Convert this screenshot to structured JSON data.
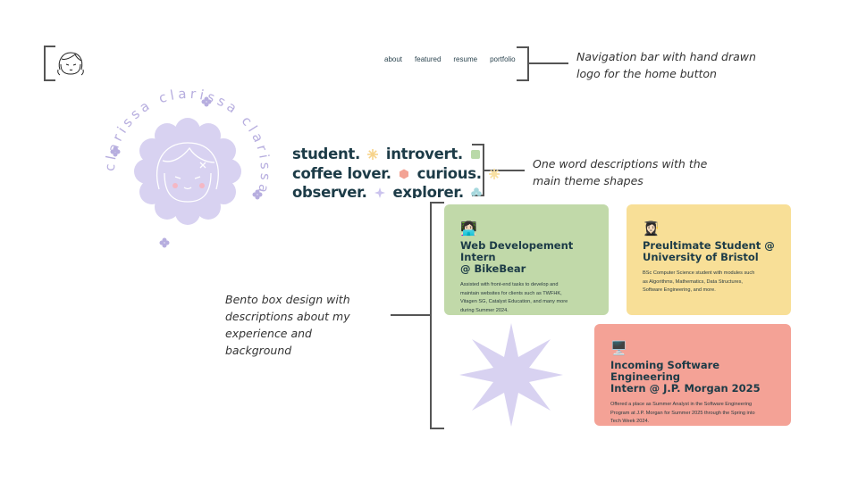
{
  "nav": {
    "logo_icon": "hand-drawn-face-icon",
    "items": [
      {
        "label": "about"
      },
      {
        "label": "featured"
      },
      {
        "label": "resume"
      },
      {
        "label": "portfolio"
      }
    ]
  },
  "annotations": {
    "nav_note": [
      "Navigation bar with hand drawn",
      "logo for the home button"
    ],
    "words_note": [
      "One word descriptions with the",
      "main theme shapes"
    ],
    "bento_note": [
      "Bento box design with",
      "descriptions about my",
      "experience and",
      "background"
    ]
  },
  "profile": {
    "ring_text": "clarissa   clarissa   clarissa",
    "avatar_icon": "hand-drawn-avatar-icon",
    "flower_color": "#d6d0ef",
    "ring_color": "#b7aedf"
  },
  "taglines": [
    [
      "student.",
      "introvert."
    ],
    [
      "coffee lover.",
      "curious."
    ],
    [
      "observer.",
      "explorer."
    ]
  ],
  "cards": [
    {
      "emoji": "👩🏻‍💻",
      "title_lines": [
        "Web Developement Intern",
        "@ BikeBear"
      ],
      "desc_lines": [
        "Assisted with front-end tasks to develop and",
        "maintain websites for clients such as TWFHK,",
        "Vitagen SG, Catalyst Education, and many more",
        "during Summer 2024."
      ],
      "color": "#c1d9a9"
    },
    {
      "emoji": "👩🏻‍🎓",
      "title_lines": [
        "Preultimate Student @",
        "University of Bristol"
      ],
      "desc_lines": [
        "BSc Computer Science student with modules such",
        "as Algorithms, Mathematics, Data Structures,",
        "Software Engineering, and more."
      ],
      "color": "#f8df97"
    },
    {
      "emoji": "🖥️",
      "title_lines": [
        "Incoming Software Engineering",
        "Intern @ J.P. Morgan 2025"
      ],
      "desc_lines": [
        "Offered a place as Summer Analyst in the Software Engineering",
        "Program at J.P. Morgan for Summer 2025 through the Spring into",
        "Tech Week 2024."
      ],
      "color": "#f4a296"
    }
  ],
  "colors": {
    "accent_dark": "#1c3b47",
    "lavender": "#d8d2f1",
    "bracket": "#555555"
  }
}
